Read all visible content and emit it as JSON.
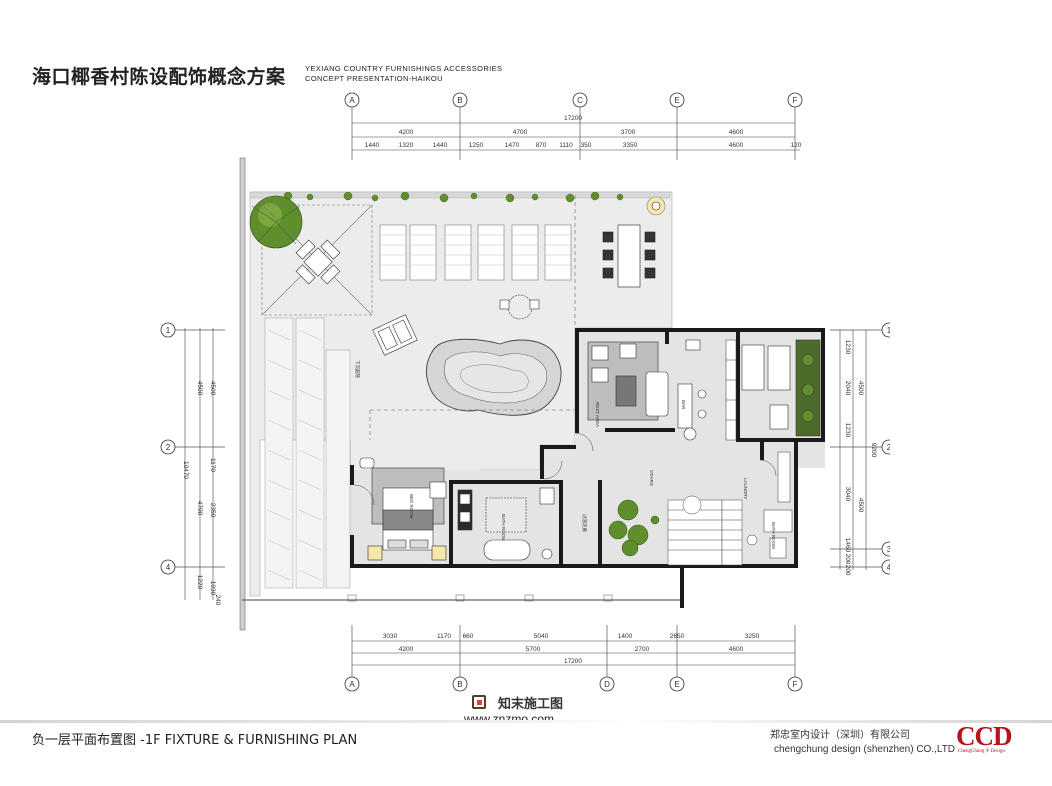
{
  "header": {
    "title_cn": "海口椰香村陈设配饰概念方案",
    "title_en_line1": "YEXIANG COUNTRY FURNISHINGS ACCESSORIES",
    "title_en_line2": "CONCEPT PRESENTATION-HAIKOU"
  },
  "plan": {
    "axis_top": [
      "A",
      "B",
      "C",
      "E",
      "F"
    ],
    "axis_bottom": [
      "A",
      "B",
      "D",
      "E",
      "F"
    ],
    "axis_left": [
      "1",
      "2",
      "4"
    ],
    "axis_right": [
      "1",
      "2",
      "3",
      "4"
    ],
    "dim_top_total": "17200",
    "dim_top_row1": [
      "4200",
      "4700",
      "3700",
      "4600"
    ],
    "dim_top_row2": [
      "1440",
      "1320",
      "1440",
      "1250",
      "1470",
      "870",
      "1110",
      "350",
      "3350",
      "4600",
      "120"
    ],
    "dim_bottom_row1": [
      "3030",
      "1170",
      "660",
      "5040",
      "1400",
      "2650",
      "3250"
    ],
    "dim_bottom_row2": [
      "4200",
      "5700",
      "2700",
      "4600"
    ],
    "dim_bottom_total": "17200",
    "dim_left": [
      "4500",
      "1170",
      "2350",
      "1220"
    ],
    "dim_left_outer": [
      "4500",
      "4700"
    ],
    "dim_left_total": "10470",
    "dim_left_extra": [
      "1030",
      "240"
    ],
    "dim_right": [
      "1230",
      "2040",
      "1230",
      "3040",
      "1460"
    ],
    "dim_right_outer": [
      "4500",
      "4500"
    ],
    "dim_right_total": "9200",
    "dim_right_extra": [
      "200",
      "200"
    ],
    "room_labels": {
      "rest_area": "REST AREA",
      "bar": "BAR",
      "stairs": "STAIRS",
      "laundry": "LAUNDRY",
      "bath_room": "BATH ROOM",
      "bed_room": "BED ROOM",
      "bath_room_2": "BATH ROOM",
      "hall": "过道走廊",
      "court": "下沉庭院"
    }
  },
  "watermark": {
    "name": "知末施工图",
    "url": "www.znzmo.com"
  },
  "footer": {
    "left": "负一层平面布置图  -1F FIXTURE & FURNISHING PLAN",
    "company_cn": "郑忠室内设计（深圳）有限公司",
    "company_en": "chengchung design (shenzhen) CO.,LTD",
    "logo": "CCD",
    "logo_sub": "ChengChung ® Design"
  },
  "colors": {
    "wall": "#1a1a1a",
    "floor_terrace": "#ececec",
    "floor_interior": "#e2e2e2",
    "rug": "#bdbdbd",
    "plant": "#5e8f2c",
    "logo_red": "#b5121b"
  }
}
